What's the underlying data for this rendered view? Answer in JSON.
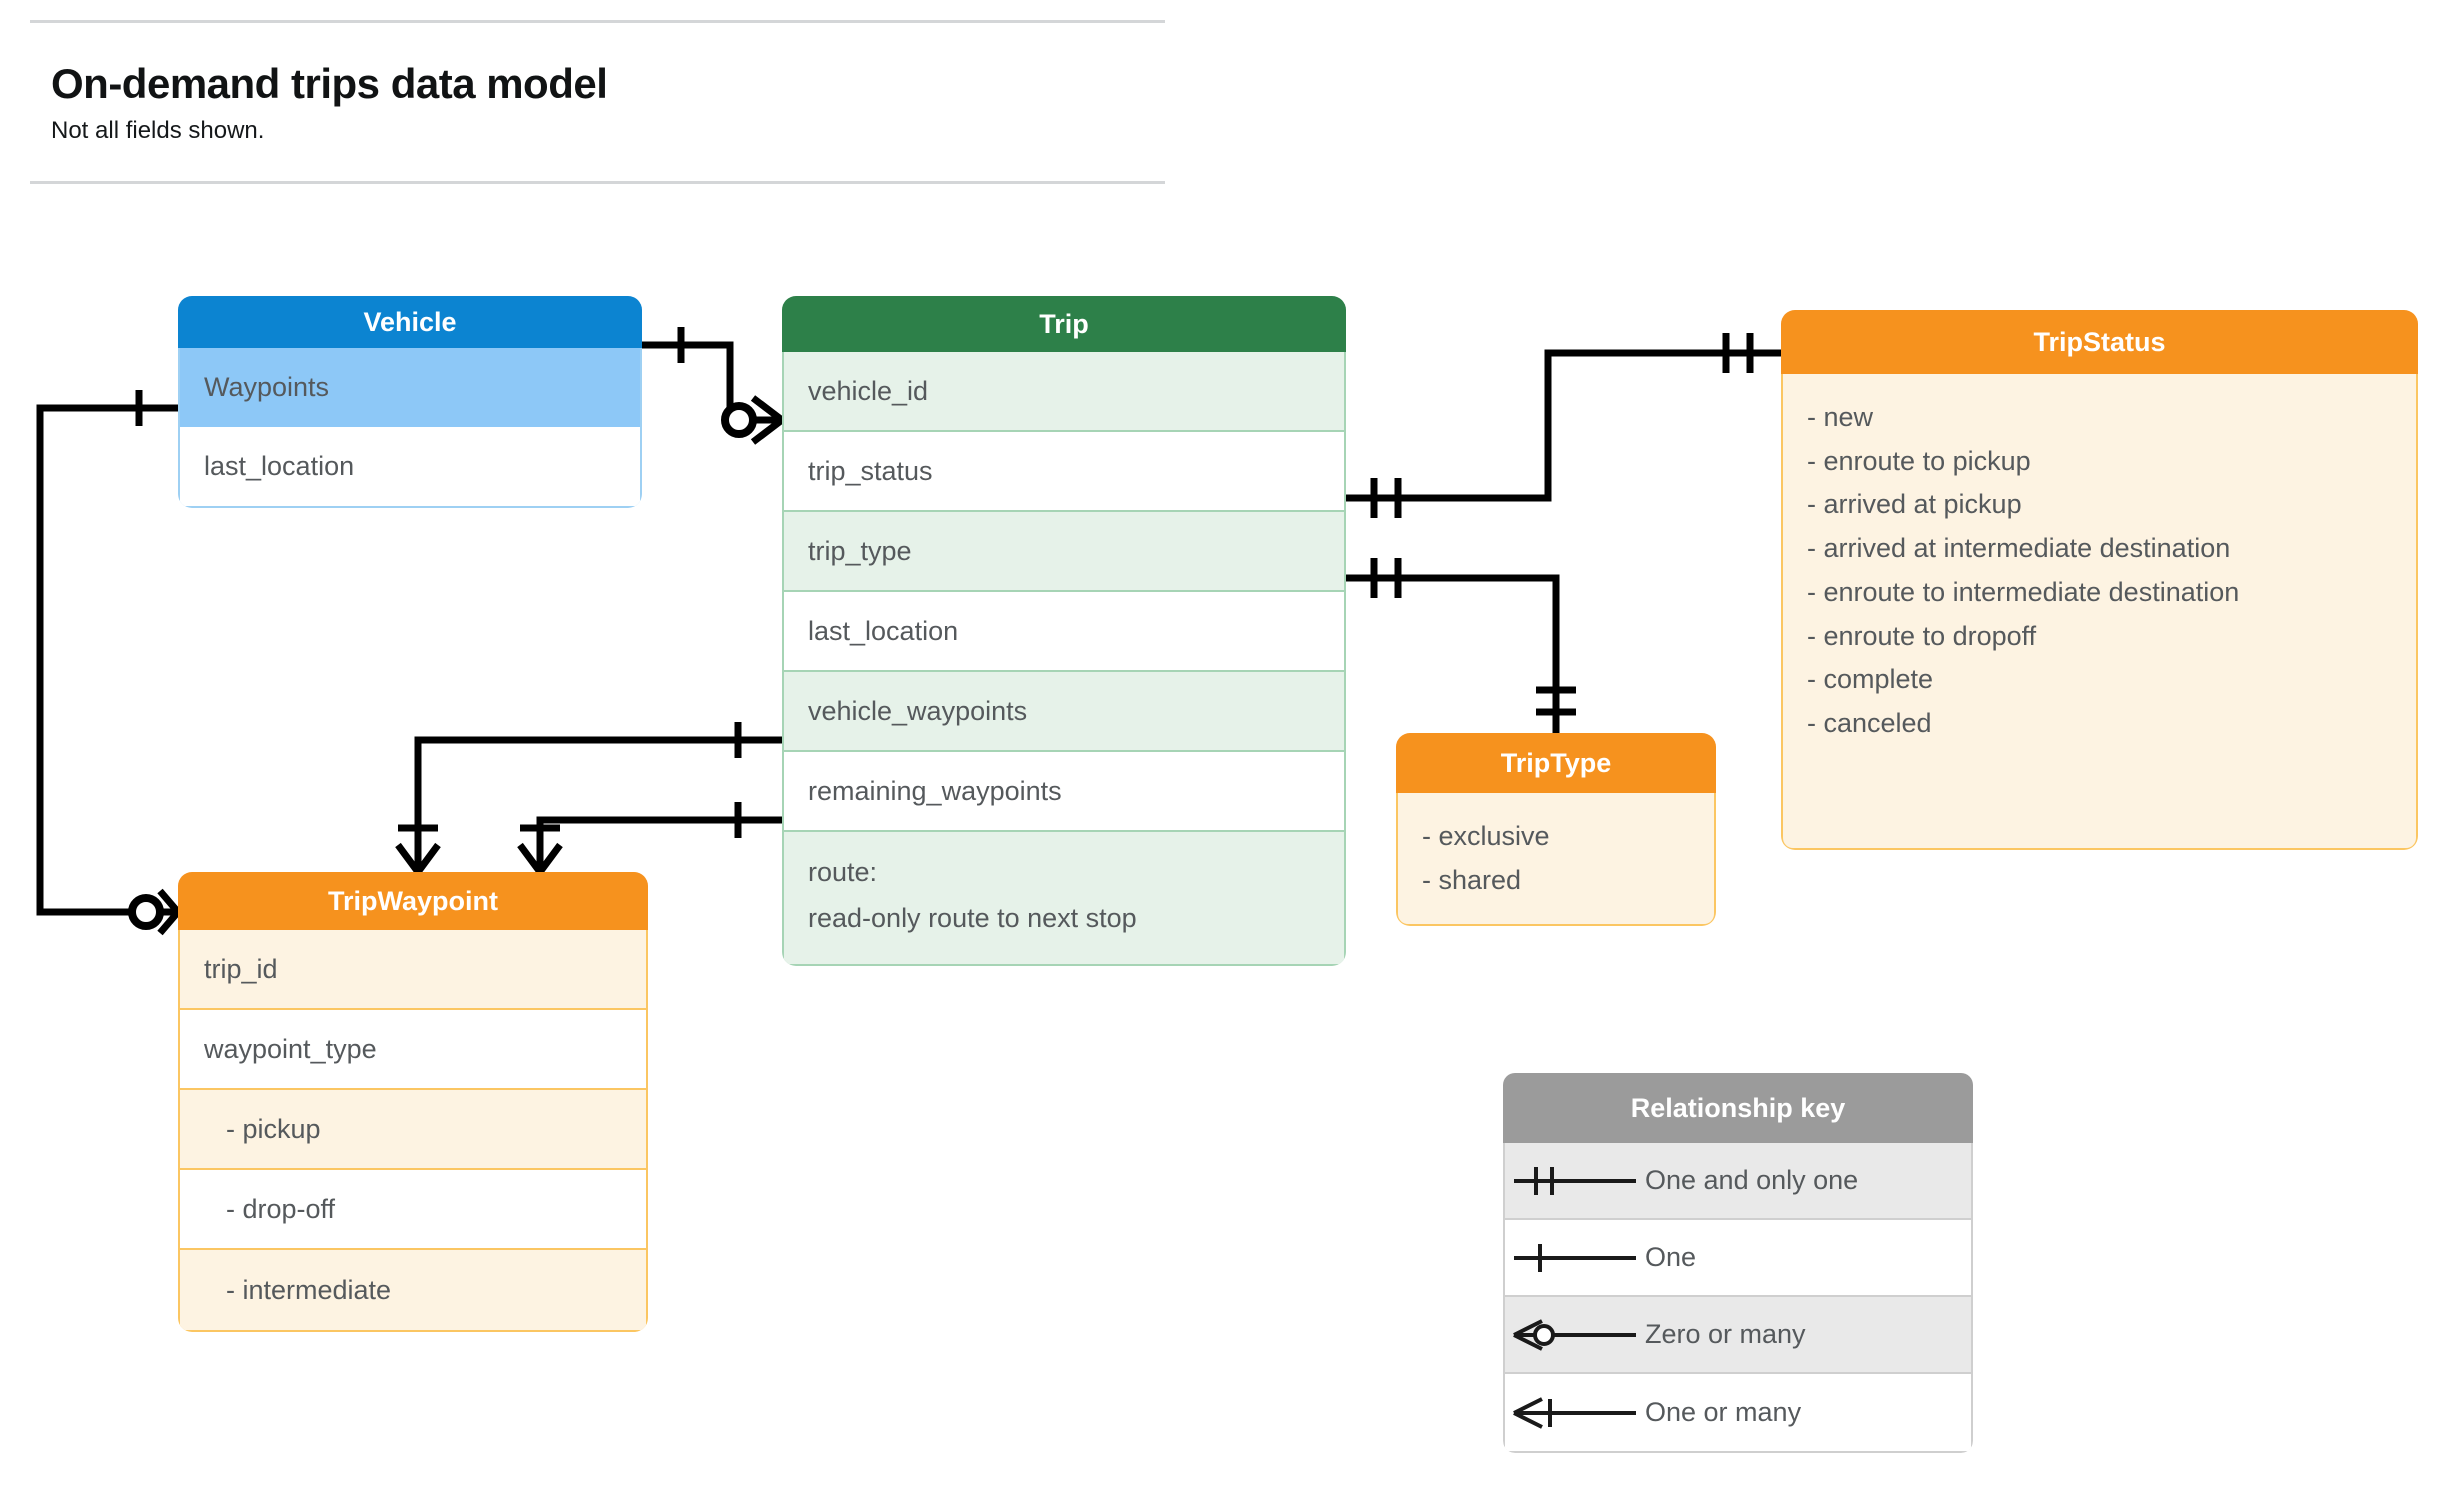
{
  "header": {
    "title": "On-demand trips data model",
    "subtitle": "Not all fields shown."
  },
  "entities": {
    "vehicle": {
      "name": "Vehicle",
      "header_color": "#0c84d1",
      "fields": [
        {
          "label": "Waypoints"
        },
        {
          "label": "last_location"
        }
      ]
    },
    "trip": {
      "name": "Trip",
      "header_color": "#2d8049",
      "fields": [
        {
          "label": "vehicle_id"
        },
        {
          "label": "trip_status"
        },
        {
          "label": "trip_type"
        },
        {
          "label": "last_location"
        },
        {
          "label": "vehicle_waypoints"
        },
        {
          "label": "remaining_waypoints"
        },
        {
          "label": "route:",
          "label2": "read-only route to next stop"
        }
      ]
    },
    "trip_status": {
      "name": "TripStatus",
      "header_color": "#f6921e",
      "values": [
        "- new",
        "- enroute to pickup",
        "- arrived at pickup",
        "- arrived at intermediate destination",
        "- enroute to intermediate destination",
        "- enroute to dropoff",
        "- complete",
        "- canceled"
      ]
    },
    "trip_type": {
      "name": "TripType",
      "header_color": "#f6921e",
      "values": [
        "- exclusive",
        "- shared"
      ]
    },
    "trip_waypoint": {
      "name": "TripWaypoint",
      "header_color": "#f6921e",
      "fields": [
        {
          "label": "trip_id",
          "indent": false
        },
        {
          "label": "waypoint_type",
          "indent": false
        },
        {
          "label": "-  pickup",
          "indent": true
        },
        {
          "label": "-  drop-off",
          "indent": true
        },
        {
          "label": "-  intermediate",
          "indent": true
        }
      ]
    }
  },
  "legend": {
    "title": "Relationship key",
    "header_color": "#9b9b9b",
    "rows": [
      {
        "symbol": "one-and-only-one-icon",
        "label": "One and only one"
      },
      {
        "symbol": "one-icon",
        "label": "One"
      },
      {
        "symbol": "zero-or-many-icon",
        "label": "Zero or many"
      },
      {
        "symbol": "one-or-many-icon",
        "label": "One or many"
      }
    ]
  },
  "relationships": [
    {
      "from": "Vehicle",
      "to": "Trip.vehicle_id",
      "from_card": "One",
      "to_card": "Zero or many"
    },
    {
      "from": "Vehicle.Waypoints",
      "to": "TripWaypoint",
      "from_card": "One",
      "to_card": "Zero or many"
    },
    {
      "from": "Trip.trip_status",
      "to": "TripStatus",
      "from_card": "One and only one",
      "to_card": "One and only one"
    },
    {
      "from": "Trip.trip_type",
      "to": "TripType",
      "from_card": "One and only one",
      "to_card": "One and only one"
    },
    {
      "from": "Trip.vehicle_waypoints",
      "to": "TripWaypoint",
      "from_card": "One",
      "to_card": "One or many"
    },
    {
      "from": "Trip.remaining_waypoints",
      "to": "TripWaypoint",
      "from_card": "One",
      "to_card": "One or many"
    }
  ]
}
